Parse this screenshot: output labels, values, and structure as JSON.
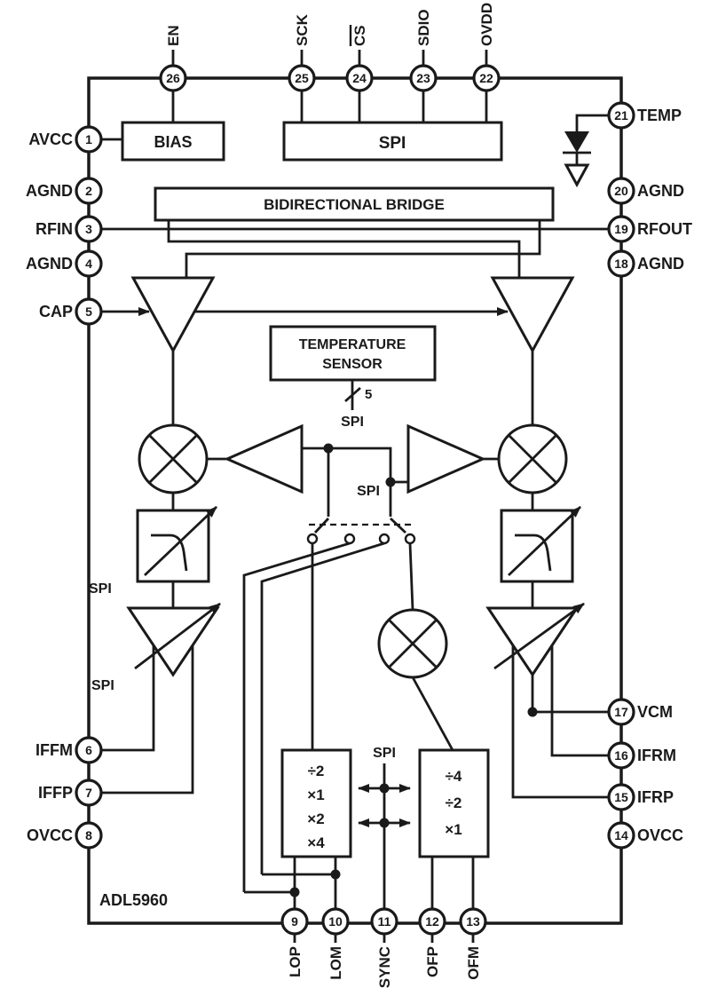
{
  "chip": {
    "name": "ADL5960"
  },
  "pins": {
    "left": [
      {
        "num": "1",
        "label": "AVCC"
      },
      {
        "num": "2",
        "label": "AGND"
      },
      {
        "num": "3",
        "label": "RFIN"
      },
      {
        "num": "4",
        "label": "AGND"
      },
      {
        "num": "5",
        "label": "CAP"
      },
      {
        "num": "6",
        "label": "IFFM"
      },
      {
        "num": "7",
        "label": "IFFP"
      },
      {
        "num": "8",
        "label": "OVCC"
      }
    ],
    "top": [
      {
        "num": "26",
        "label": "EN"
      },
      {
        "num": "25",
        "label": "SCK"
      },
      {
        "num": "24",
        "label": "CS",
        "overline": true
      },
      {
        "num": "23",
        "label": "SDIO"
      },
      {
        "num": "22",
        "label": "OVDD"
      }
    ],
    "right": [
      {
        "num": "21",
        "label": "TEMP"
      },
      {
        "num": "20",
        "label": "AGND"
      },
      {
        "num": "19",
        "label": "RFOUT"
      },
      {
        "num": "18",
        "label": "AGND"
      },
      {
        "num": "17",
        "label": "VCM"
      },
      {
        "num": "16",
        "label": "IFRM"
      },
      {
        "num": "15",
        "label": "IFRP"
      },
      {
        "num": "14",
        "label": "OVCC"
      }
    ],
    "bottom": [
      {
        "num": "9",
        "label": "LOP"
      },
      {
        "num": "10",
        "label": "LOM"
      },
      {
        "num": "11",
        "label": "SYNC"
      },
      {
        "num": "12",
        "label": "OFP"
      },
      {
        "num": "13",
        "label": "OFM"
      }
    ]
  },
  "blocks": {
    "bias": "BIAS",
    "spi": "SPI",
    "bridge": "BIDIRECTIONAL BRIDGE",
    "temp_sensor": {
      "line1": "TEMPERATURE",
      "line2": "SENSOR"
    },
    "lo_path": [
      "÷2",
      "×1",
      "×2",
      "×4"
    ],
    "offset_path": [
      "÷4",
      "÷2",
      "×1"
    ]
  },
  "spi_labels": {
    "bus": "SPI",
    "bus_width": "5",
    "lo_switch": "SPI",
    "filter": "SPI",
    "vga": "SPI",
    "divider": "SPI"
  },
  "colors": {
    "ink": "#1a1a1a",
    "bg": "#ffffff"
  }
}
